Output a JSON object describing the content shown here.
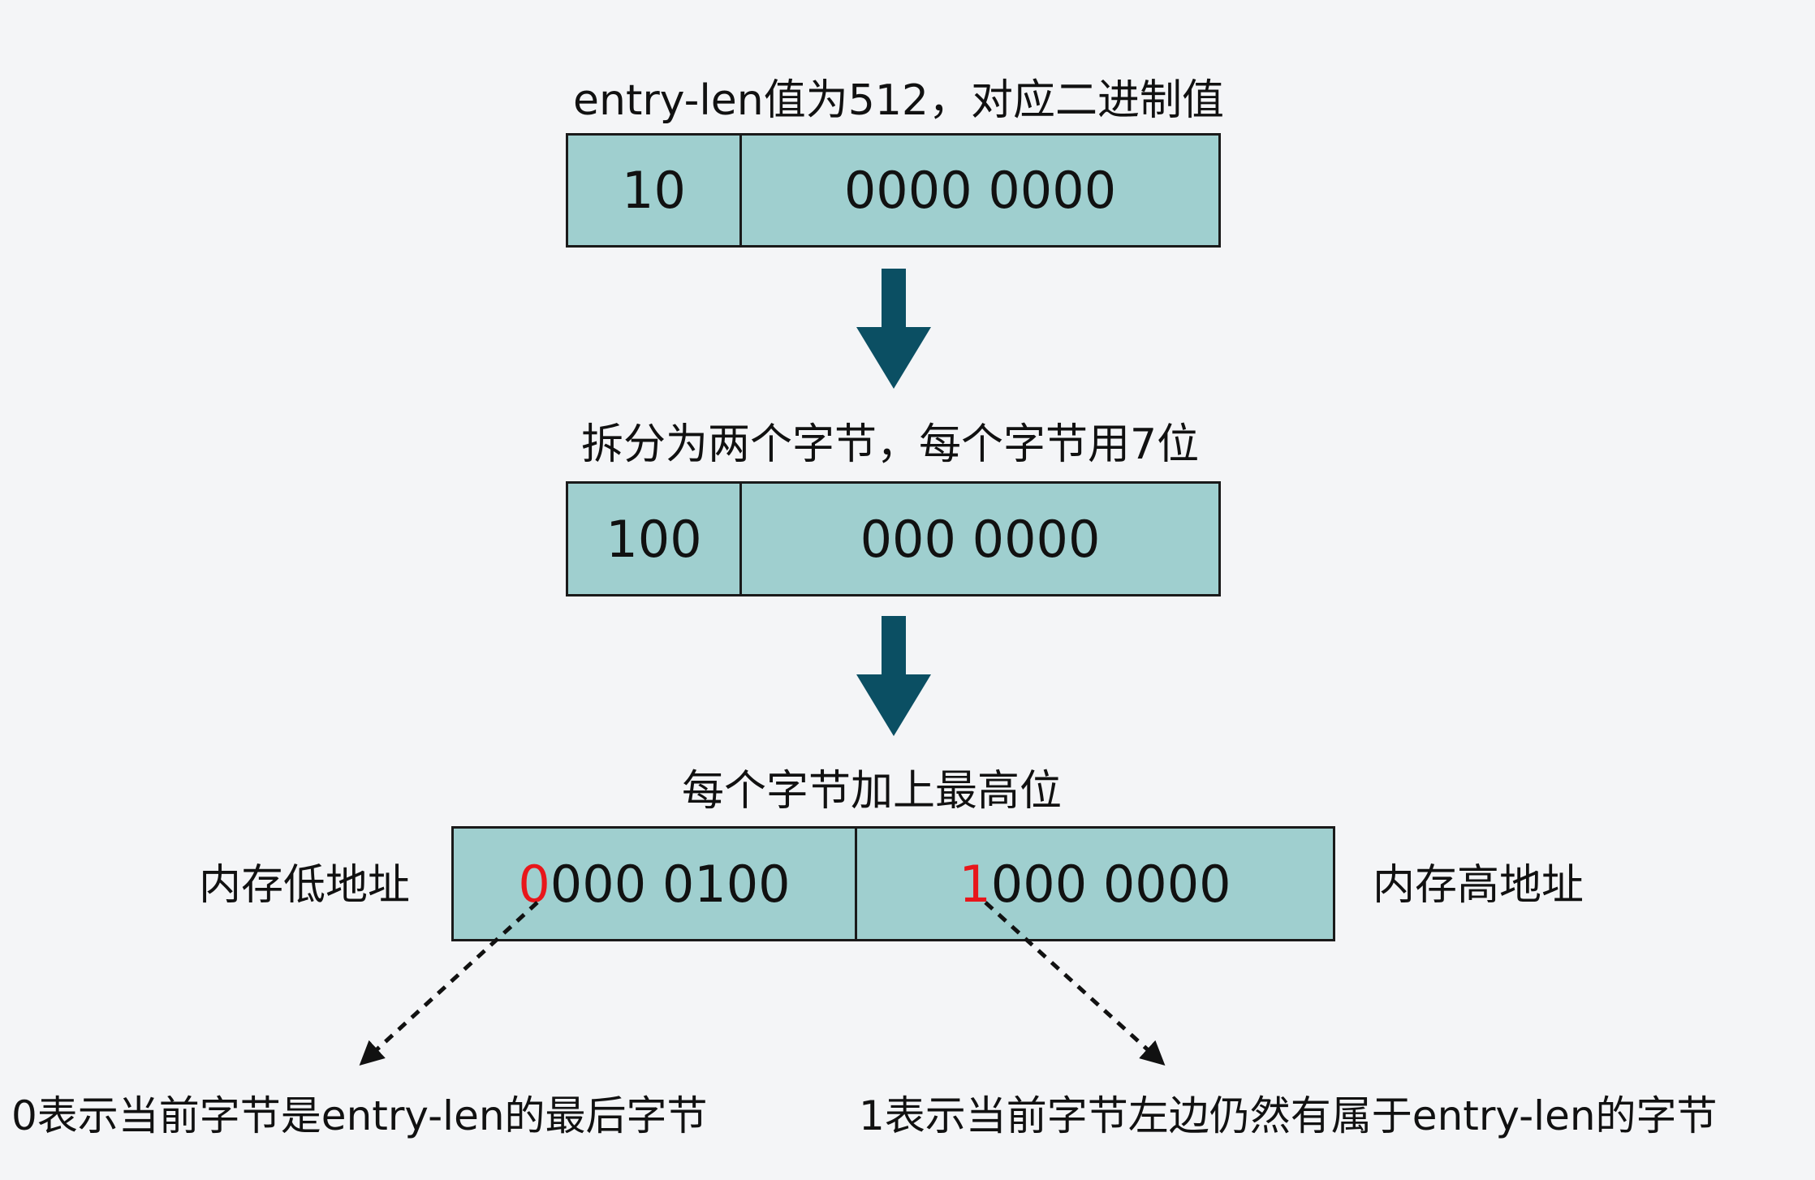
{
  "step1": {
    "caption": "entry-len值为512，对应二进制值",
    "cells": [
      "10",
      "0000 0000"
    ]
  },
  "step2": {
    "caption": "拆分为两个字节，每个字节用7位",
    "cells": [
      "100",
      "000 0000"
    ]
  },
  "step3": {
    "caption": "每个字节加上最高位",
    "low_label": "内存低地址",
    "high_label": "内存高地址",
    "byte1": {
      "flag_bit": "0",
      "rest": "000 0100"
    },
    "byte2": {
      "flag_bit": "1",
      "rest": "000 0000"
    }
  },
  "notes": {
    "left": "0表示当前字节是entry-len的最后字节",
    "right": "1表示当前字节左边仍然有属于entry-len的字节"
  },
  "colors": {
    "cell_fill": "#9fcfcf",
    "arrow": "#0b4f63",
    "flag_bit": "#e8161b"
  }
}
